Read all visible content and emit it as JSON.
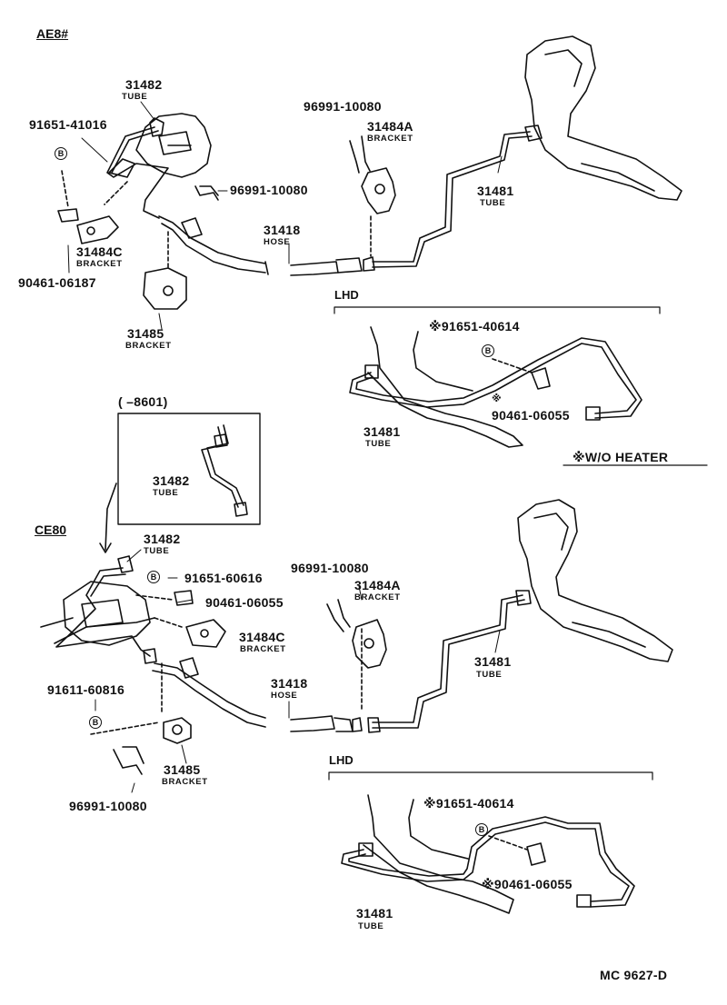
{
  "sections": {
    "ae8": "AE8#",
    "ce80": "CE80"
  },
  "inset": {
    "range": "( –8601)"
  },
  "lhd": "LHD",
  "wo_heater": "※W/O HEATER",
  "bolt_marker": "B",
  "footer": "MC 9627-D",
  "ae8": {
    "p31482": {
      "num": "31482",
      "name": "TUBE"
    },
    "p91651_41016": "91651-41016",
    "p96991_top": "96991-10080",
    "p31484a": {
      "num": "31484A",
      "name": "BRACKET"
    },
    "p96991_mid": "96991-10080",
    "p31481": {
      "num": "31481",
      "name": "TUBE"
    },
    "p31418": {
      "num": "31418",
      "name": "HOSE"
    },
    "p31484c": {
      "num": "31484C",
      "name": "BRACKET"
    },
    "p90461_06187": "90461-06187",
    "p31485": {
      "num": "31485",
      "name": "BRACKET"
    },
    "lhd_91651": "※91651-40614",
    "lhd_90461": "90461-06055",
    "lhd_31481": {
      "num": "31481",
      "name": "TUBE"
    }
  },
  "inset_part": {
    "num": "31482",
    "name": "TUBE"
  },
  "ce80": {
    "p31482": {
      "num": "31482",
      "name": "TUBE"
    },
    "p91651_60616": "91651-60616",
    "p90461_06055": "90461-06055",
    "p31484c": {
      "num": "31484C",
      "name": "BRACKET"
    },
    "p96991_top": "96991-10080",
    "p31484a": {
      "num": "31484A",
      "name": "BRACKET"
    },
    "p31481": {
      "num": "31481",
      "name": "TUBE"
    },
    "p31418": {
      "num": "31418",
      "name": "HOSE"
    },
    "p91611_60816": "91611-60816",
    "p31485": {
      "num": "31485",
      "name": "BRACKET"
    },
    "p96991_bot": "96991-10080",
    "lhd_91651": "※91651-40614",
    "lhd_90461": "※90461-06055",
    "lhd_31481": {
      "num": "31481",
      "name": "TUBE"
    }
  }
}
